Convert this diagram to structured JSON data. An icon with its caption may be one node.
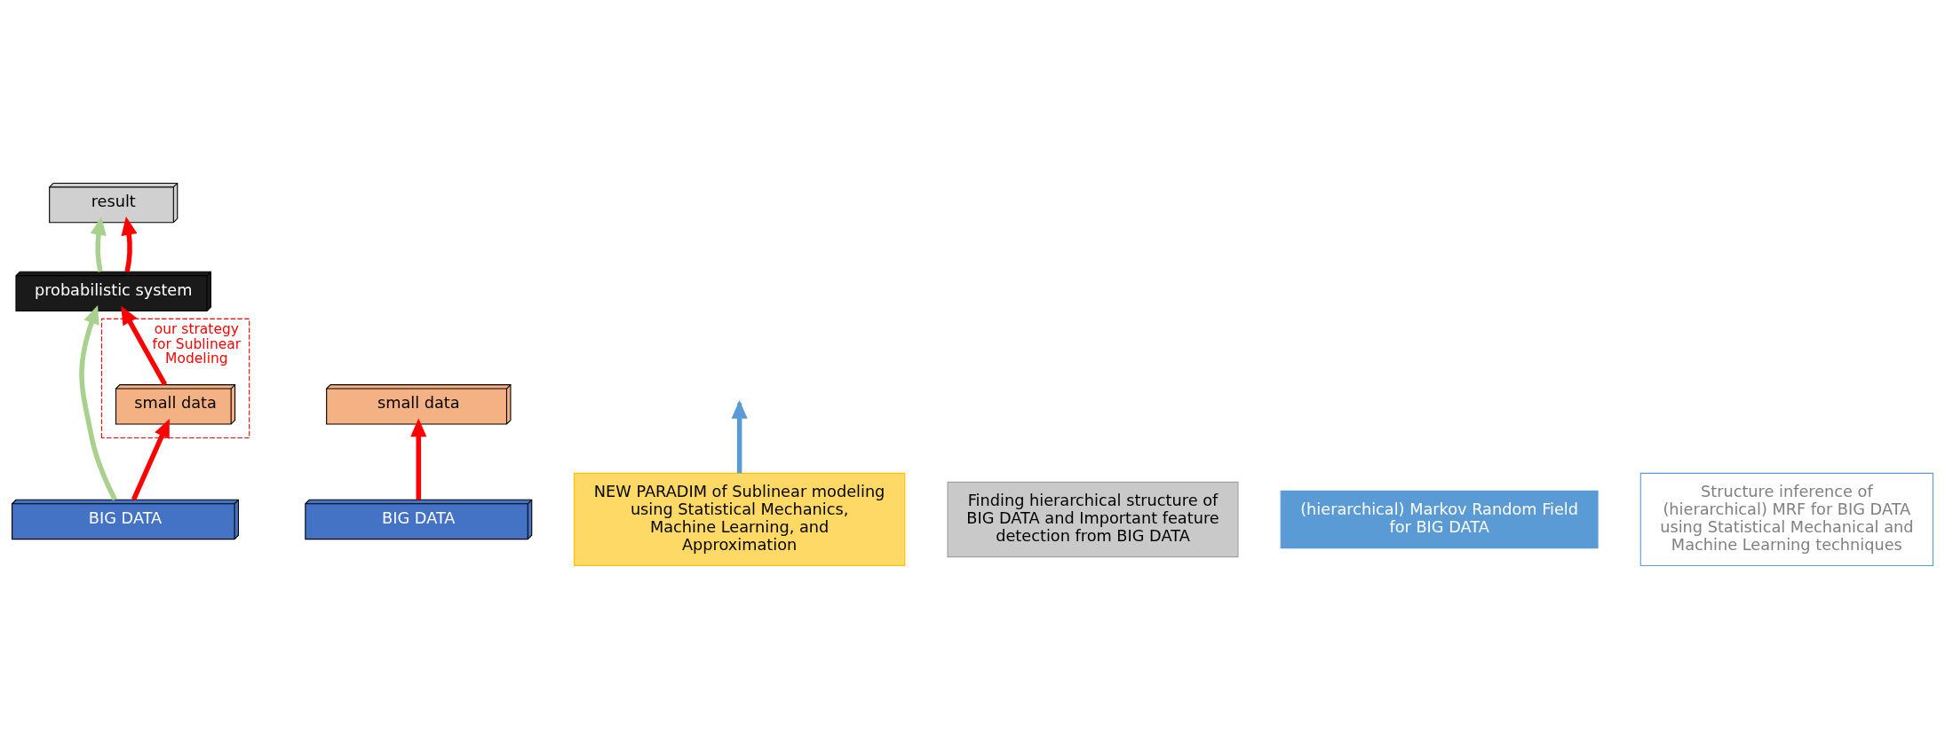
{
  "diagram": {
    "nodes": [
      {
        "text": [
          "result"
        ]
      },
      {
        "text": [
          "probabilistic system"
        ]
      },
      {
        "text": [
          "our strategy for Sublinear Modeling"
        ]
      },
      {
        "text": [
          "small data"
        ],
        "in": 2
      },
      {
        "text": [
          "BIG DATA"
        ]
      },
      {
        "text": [
          "small data"
        ]
      },
      {
        "text": [
          "NEW PARADIM of Sublinear modeling using Statistical Mechanics, Machine Learning, and Approximation"
        ]
      },
      {
        "text": [
          "BIG DATA"
        ]
      },
      {
        "text": [
          "Finding hierarchical structure of BIG DATA and Important feature detection from BIG DATA"
        ]
      },
      {
        "text": [
          "(hierarchical) Markov Random Field for BIG DATA"
        ]
      },
      {
        "text": [
          "Structure inference of (hierarchical) MRF for BIG DATA using Statistical Mechanical and Machine Learning techniques"
        ]
      }
    ],
    "edges": [
      {
        "from": 4,
        "to": 1,
        "arrow": "to",
        "color": "#a9d18e"
      },
      {
        "from": 1,
        "to": 0,
        "arrow": "to",
        "color": "#a9d18e"
      },
      {
        "from": 4,
        "to": 3,
        "arrow": "to"
      },
      {
        "from": 3,
        "to": 1,
        "arrow": "to"
      },
      {
        "from": 1,
        "to": 0,
        "arrow": "to"
      },
      {
        "from": 7,
        "to": 5,
        "arrow": "to"
      },
      {
        "from": 6,
        "to": null,
        "arrow": "to",
        "color": "#5b9bd5"
      }
    ]
  }
}
